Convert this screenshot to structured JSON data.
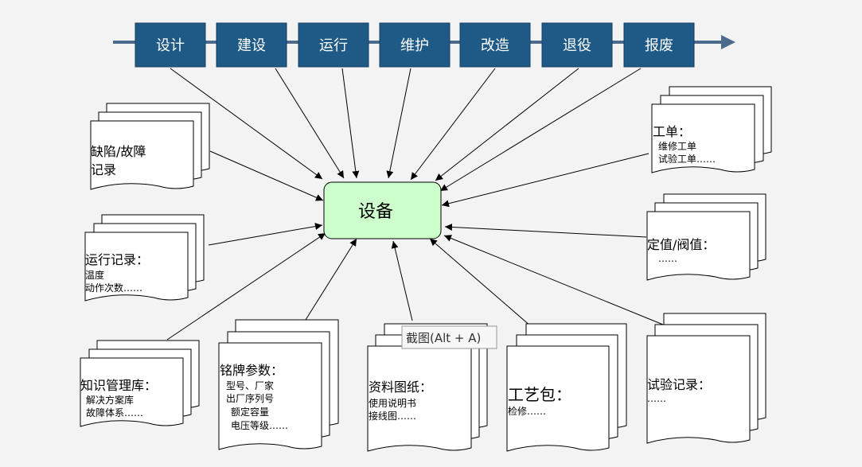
{
  "stages": [
    "设计",
    "建设",
    "运行",
    "维护",
    "改造",
    "退役",
    "报废"
  ],
  "center": {
    "label": "设备"
  },
  "docs": [
    {
      "id": "defect",
      "title_lines": [
        "缺陷/故障",
        "记录"
      ],
      "items": []
    },
    {
      "id": "operation",
      "title_lines": [
        "运行记录："
      ],
      "items": [
        "温度",
        "动作次数……"
      ]
    },
    {
      "id": "knowledge",
      "title_lines": [
        "知识管理库："
      ],
      "items": [
        "解决方案库",
        "故障体系……"
      ]
    },
    {
      "id": "nameplate",
      "title_lines": [
        "铭牌参数："
      ],
      "items": [
        "型号、厂家",
        "出厂序列号",
        "额定容量",
        "电压等级……"
      ]
    },
    {
      "id": "drawings",
      "title_lines": [
        "资料图纸："
      ],
      "items": [
        "使用说明书",
        "接线图……"
      ]
    },
    {
      "id": "process",
      "title_lines": [
        "工艺包："
      ],
      "items": [
        "检修……"
      ]
    },
    {
      "id": "test",
      "title_lines": [
        "试验记录："
      ],
      "items": [
        "……"
      ]
    },
    {
      "id": "setting",
      "title_lines": [
        "定值/阀值："
      ],
      "items": [
        "……"
      ]
    },
    {
      "id": "workorder",
      "title_lines": [
        "工单："
      ],
      "items": [
        "维修工单",
        "试验工单……"
      ]
    }
  ],
  "tooltip": {
    "label": "截图(Alt + A)"
  },
  "colors": {
    "stage_fill": "#1f5a87",
    "center_fill": "#ccffcc",
    "timeline": "#4a6b8c"
  }
}
